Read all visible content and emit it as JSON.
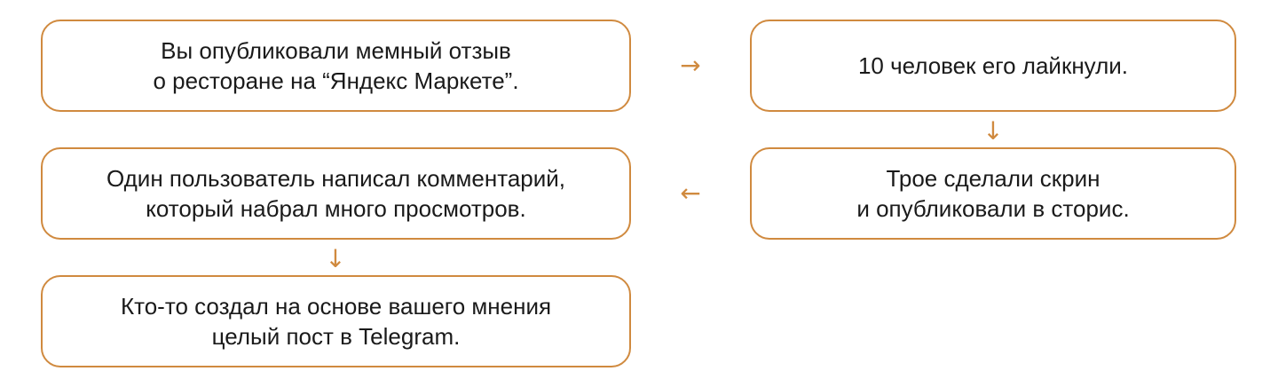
{
  "diagram": {
    "nodes": [
      {
        "id": "step-1",
        "lines": [
          "Вы опубликовали мемный отзыв",
          "о ресторане на “Яндекс Маркете”."
        ]
      },
      {
        "id": "step-2",
        "lines": [
          "10 человек его лайкнули."
        ]
      },
      {
        "id": "step-3",
        "lines": [
          "Трое сделали скрин",
          "и опубликовали в сторис."
        ]
      },
      {
        "id": "step-4",
        "lines": [
          "Один пользователь написал комментарий,",
          "который набрал много просмотров."
        ]
      },
      {
        "id": "step-5",
        "lines": [
          "Кто-то создал на основе вашего мнения",
          "целый пост в Telegram."
        ]
      }
    ],
    "edges": [
      {
        "from": "step-1",
        "to": "step-2",
        "glyph": "→"
      },
      {
        "from": "step-2",
        "to": "step-3",
        "glyph": "↓"
      },
      {
        "from": "step-3",
        "to": "step-4",
        "glyph": "←"
      },
      {
        "from": "step-4",
        "to": "step-5",
        "glyph": "↓"
      }
    ],
    "colors": {
      "accent": "#d08a3f",
      "text": "#1a1a1a",
      "background": "#ffffff"
    }
  }
}
